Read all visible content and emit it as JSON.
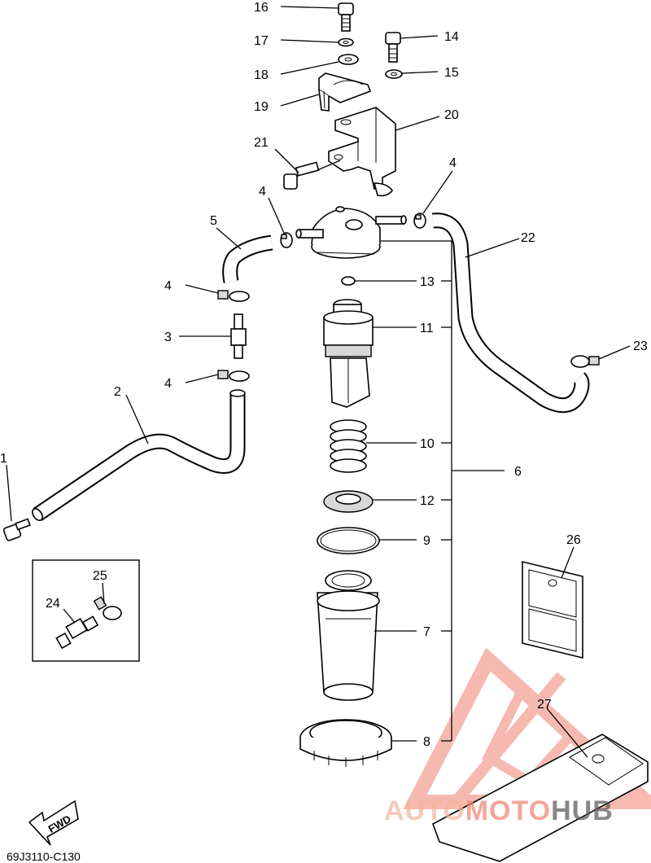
{
  "diagram": {
    "callouts": [
      "1",
      "2",
      "3",
      "4",
      "5",
      "6",
      "7",
      "8",
      "9",
      "10",
      "11",
      "12",
      "13",
      "14",
      "15",
      "16",
      "17",
      "18",
      "19",
      "20",
      "21",
      "22",
      "23",
      "24",
      "25",
      "26",
      "27"
    ],
    "fwd_label": "FWD",
    "drawing_code": "69J3110-C130"
  },
  "watermark": {
    "brand_part1": "AUTO",
    "brand_part2": "MOTO",
    "brand_part3": "HUB",
    "color_primary": "#f08070",
    "color_secondary": "#f5b59a",
    "color_dark": "#555555"
  }
}
